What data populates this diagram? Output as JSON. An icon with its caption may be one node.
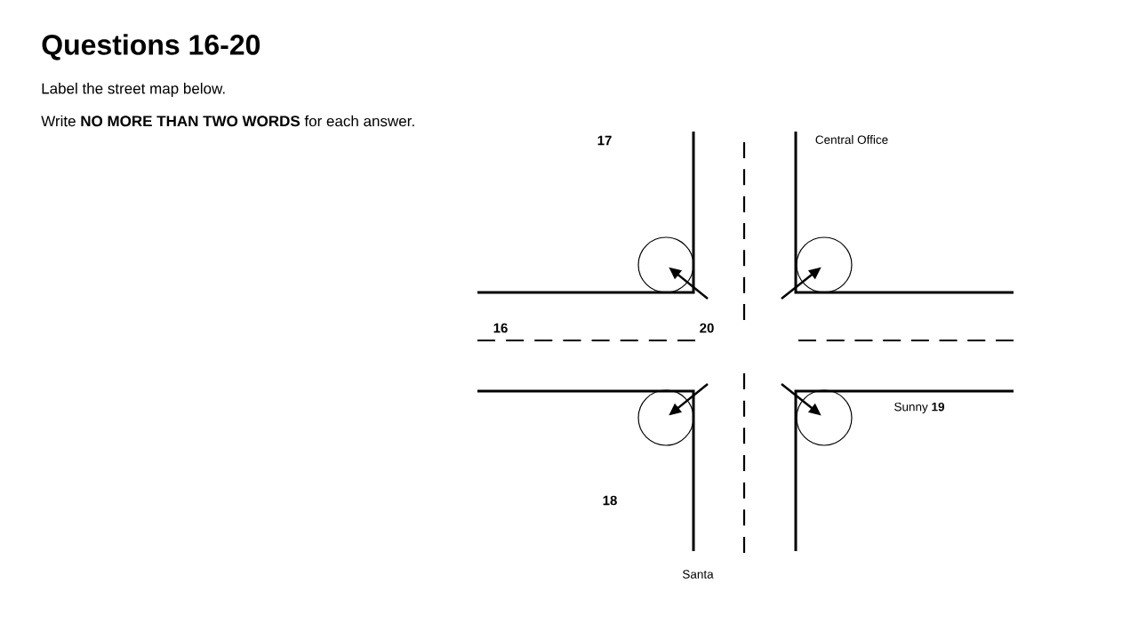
{
  "diagram": {
    "title": "Questions 16-20",
    "nodes": [
      {
        "text": [],
        "shape": "circle"
      },
      {
        "text": [],
        "shape": "circle"
      },
      {
        "text": [],
        "shape": "circle"
      },
      {
        "text": [],
        "shape": "circle"
      }
    ],
    "edges": [
      {
        "from": null,
        "to": 0,
        "arrow": "to"
      },
      {
        "from": null,
        "to": 1,
        "arrow": "to"
      },
      {
        "from": null,
        "to": 2,
        "arrow": "to"
      },
      {
        "from": null,
        "to": 3,
        "arrow": "to"
      }
    ],
    "labels": [
      "Label the street map below.",
      "Write **NO MORE THAN TWO WORDS** for each answer.",
      "17",
      "Central Office",
      "16",
      "20",
      "Sunny **19**",
      "18",
      "Santa"
    ]
  }
}
